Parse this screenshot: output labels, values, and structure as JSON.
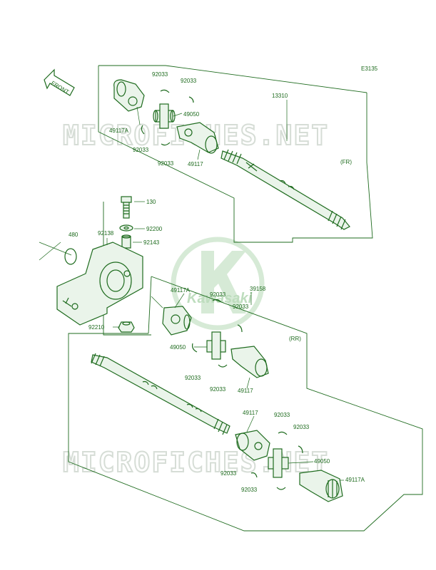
{
  "diagram_code": "E3135",
  "watermark_text": "MICROFICHES.NET",
  "logo_text": "Kawasaki",
  "front_arrow_label": "FRONT",
  "section_labels": {
    "front": "(FR)",
    "rear": "(RR)"
  },
  "parts": {
    "p13310": "13310",
    "p92033_a": "92033",
    "p92033_b": "92033",
    "p49050_a": "49050",
    "p49117A_a": "49117A",
    "p92033_c": "92033",
    "p92033_d": "92033",
    "p49117_a": "49117",
    "p130": "130",
    "p92200": "92200",
    "p480": "480",
    "p92138": "92138",
    "p92143": "92143",
    "p49117A_b": "49117A",
    "p92033_e": "92033",
    "p39158": "39158",
    "p92033_f": "92033",
    "p92210": "92210",
    "p49050_b": "49050",
    "p92033_g": "92033",
    "p92033_h": "92033",
    "p49117_b": "49117",
    "p49117_c": "49117",
    "p92033_i": "92033",
    "p92033_j": "92033",
    "p49050_c": "49050",
    "p92033_k": "92033",
    "p49117A_c": "49117A",
    "p92033_l": "92033"
  },
  "colors": {
    "line": "#1e6b1e",
    "watermark": "#d6ddd6",
    "logo": "#c9e3c9"
  }
}
